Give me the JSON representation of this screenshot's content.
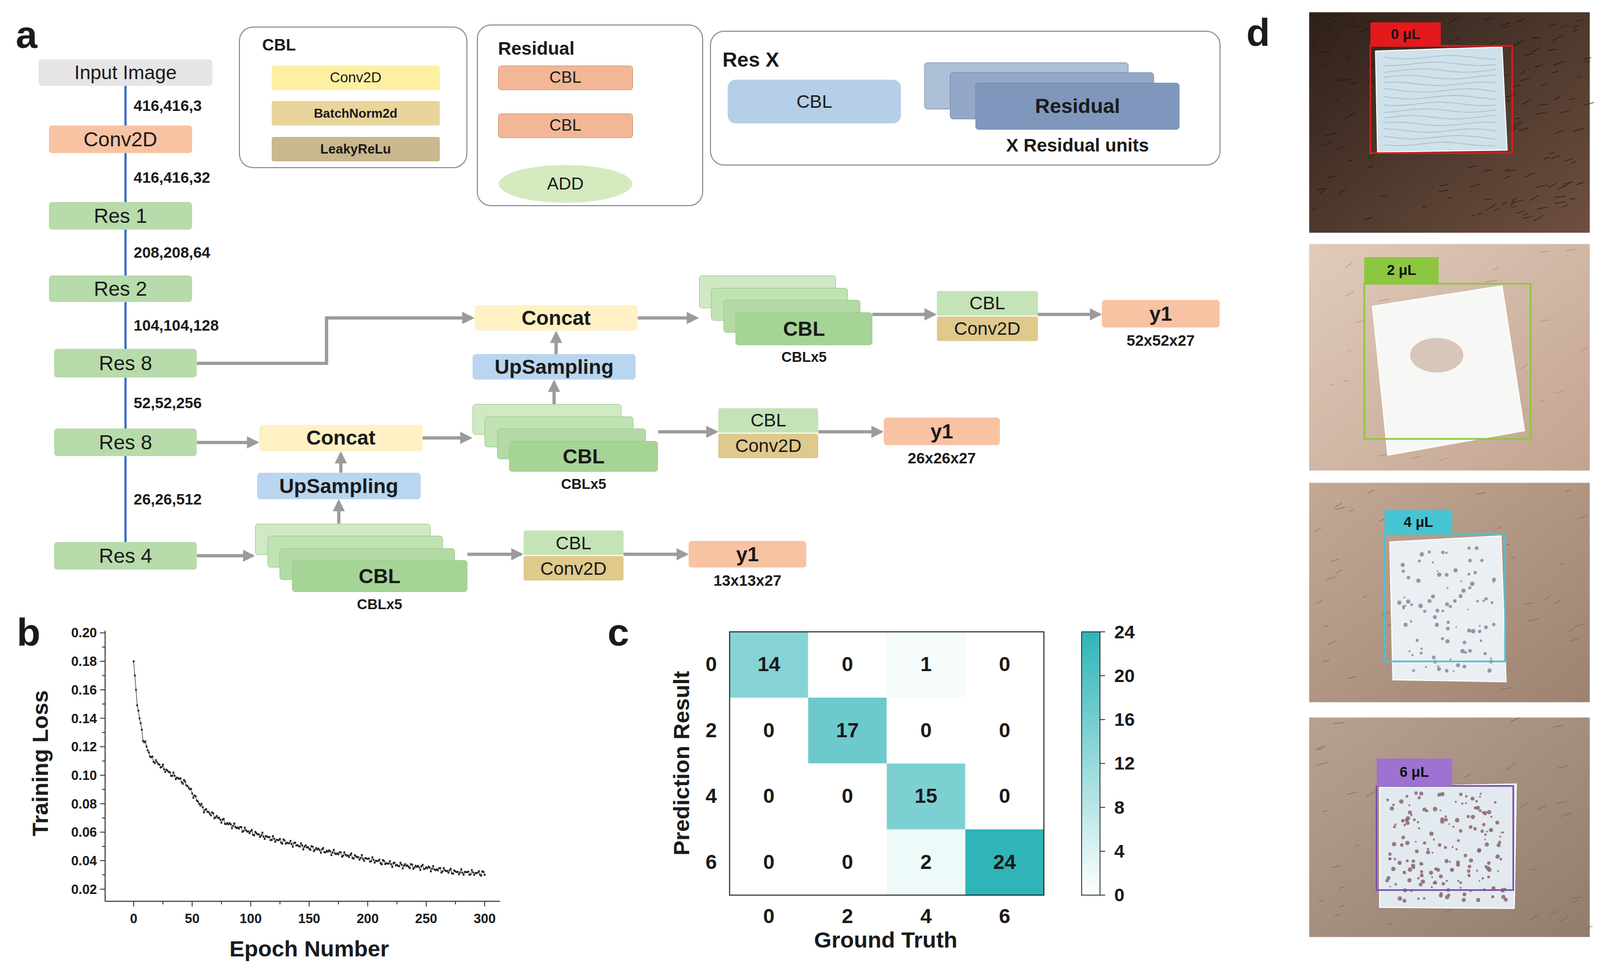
{
  "diagram": {
    "nodes": [
      {
        "text": [
          "CBL"
        ]
      },
      {
        "text": [
          "Conv2D"
        ],
        "in": 0
      },
      {
        "text": [
          "BatchNorm2d"
        ],
        "in": 0
      },
      {
        "text": [
          "LeakyReLu"
        ],
        "in": 0
      },
      {
        "text": [
          "Residual"
        ]
      },
      {
        "text": [
          "CBL"
        ],
        "in": 4
      },
      {
        "text": [
          "CBL"
        ],
        "in": 4
      },
      {
        "text": [
          "ADD"
        ],
        "in": 4
      },
      {
        "text": [
          "Res X"
        ]
      },
      {
        "text": [
          "CBL"
        ],
        "in": 8
      },
      {
        "text": [
          "Residual",
          "X Residual units"
        ],
        "in": 8
      },
      {
        "text": [
          "Input Image"
        ]
      },
      {
        "text": [
          "Conv2D"
        ]
      },
      {
        "text": [
          "Res 1"
        ]
      },
      {
        "text": [
          "Res 2"
        ]
      },
      {
        "text": [
          "Res 8"
        ]
      },
      {
        "text": [
          "Res 8"
        ]
      },
      {
        "text": [
          "Res 4"
        ]
      },
      {
        "text": [
          "Concat"
        ]
      },
      {
        "text": [
          "UpSampling"
        ]
      },
      {
        "text": [
          "CBL",
          "CBLx5"
        ]
      },
      {
        "text": [
          "CBL"
        ]
      },
      {
        "text": [
          "Conv2D"
        ]
      },
      {
        "text": [
          "y1",
          "52x52x27"
        ]
      },
      {
        "text": [
          "Concat"
        ]
      },
      {
        "text": [
          "UpSampling"
        ]
      },
      {
        "text": [
          "CBL",
          "CBLx5"
        ]
      },
      {
        "text": [
          "CBL"
        ]
      },
      {
        "text": [
          "Conv2D"
        ]
      },
      {
        "text": [
          "y1",
          "26x26x27"
        ]
      },
      {
        "text": [
          "CBL",
          "CBLx5"
        ]
      },
      {
        "text": [
          "CBL"
        ]
      },
      {
        "text": [
          "Conv2D"
        ]
      },
      {
        "text": [
          "y1",
          "13x13x27"
        ]
      }
    ],
    "edges": [
      {
        "from": 5,
        "to": 6,
        "arrow": "to"
      },
      {
        "from": 6,
        "to": 7,
        "arrow": "to"
      },
      {
        "from": 5,
        "to": 7,
        "arrow": "to"
      },
      {
        "from": 9,
        "to": 10,
        "arrow": "none"
      },
      {
        "from": 11,
        "to": 12,
        "arrow": "none",
        "label": "416,416,3"
      },
      {
        "from": 12,
        "to": 13,
        "arrow": "none",
        "label": "416,416,32"
      },
      {
        "from": 13,
        "to": 14,
        "arrow": "none",
        "label": "208,208,64"
      },
      {
        "from": 14,
        "to": 15,
        "arrow": "none",
        "label": "104,104,128"
      },
      {
        "from": 15,
        "to": 16,
        "arrow": "none",
        "label": "52,52,256"
      },
      {
        "from": 16,
        "to": 17,
        "arrow": "none",
        "label": "26,26,512"
      },
      {
        "from": 15,
        "to": 18,
        "arrow": "to"
      },
      {
        "from": 16,
        "to": 24,
        "arrow": "to"
      },
      {
        "from": 17,
        "to": 30,
        "arrow": "to"
      },
      {
        "from": 30,
        "to": 25,
        "arrow": "to"
      },
      {
        "from": 25,
        "to": 24,
        "arrow": "to"
      },
      {
        "from": 24,
        "to": 26,
        "arrow": "to"
      },
      {
        "from": 26,
        "to": 19,
        "arrow": "to"
      },
      {
        "from": 19,
        "to": 18,
        "arrow": "to"
      },
      {
        "from": 18,
        "to": 20,
        "arrow": "to"
      },
      {
        "from": 20,
        "to": 21,
        "arrow": "to"
      },
      {
        "from": 21,
        "to": 23,
        "arrow": "to"
      },
      {
        "from": 26,
        "to": 27,
        "arrow": "to"
      },
      {
        "from": 27,
        "to": 29,
        "arrow": "to"
      },
      {
        "from": 30,
        "to": 31,
        "arrow": "to"
      },
      {
        "from": 31,
        "to": 33,
        "arrow": "to"
      }
    ],
    "labels": [
      "a",
      "b",
      "c",
      "d",
      "0.20",
      "0.18",
      "0.16",
      "0.14",
      "0.12",
      "0.10",
      "0.08",
      "0.06",
      "0.04",
      "0.02",
      "0",
      "50",
      "100",
      "150",
      "200",
      "250",
      "300",
      "Training Loss",
      "Epoch Number",
      "0",
      "2",
      "4",
      "6",
      "0",
      "2",
      "4",
      "6",
      "Prediction Result",
      "Ground Truth",
      "14",
      "0",
      "1",
      "0",
      "0",
      "17",
      "0",
      "0",
      "0",
      "0",
      "15",
      "0",
      "0",
      "0",
      "2",
      "24",
      "24",
      "20",
      "16",
      "12",
      "8",
      "4",
      "0",
      "0 μL",
      "2 μL",
      "4 μL",
      "6 μL"
    ]
  }
}
